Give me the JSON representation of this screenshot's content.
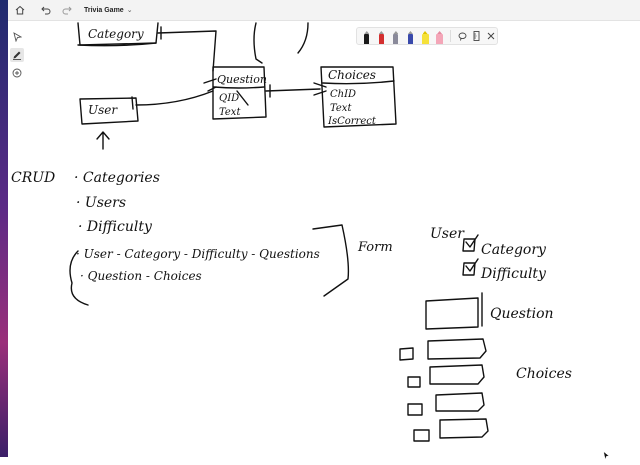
{
  "window": {
    "title": "Trivia Game",
    "icons": {
      "home": "home-icon",
      "undo": "undo-icon",
      "redo": "redo-icon",
      "dropdown": "chevron-down-icon"
    }
  },
  "left_toolbar": {
    "tools": [
      "select-icon",
      "pen-icon",
      "add-icon"
    ],
    "active": "pen-icon"
  },
  "pen_toolbar": {
    "pens": [
      {
        "name": "black-pen",
        "color": "#1a1a1a"
      },
      {
        "name": "red-pen",
        "color": "#d32f2f"
      },
      {
        "name": "gray-pen",
        "color": "#8a8a9a"
      },
      {
        "name": "blue-pen",
        "color": "#3949ab"
      },
      {
        "name": "yellow-highlighter",
        "color": "#f5e13a"
      },
      {
        "name": "pink-highlighter",
        "color": "#f4a6b8"
      }
    ],
    "tools": [
      "lasso-icon",
      "ruler-icon",
      "close-icon"
    ]
  },
  "canvas": {
    "entities": {
      "category": "Category",
      "user": "User",
      "question": "Question",
      "question_fields": [
        "QID",
        "Text"
      ],
      "choices": "Choices",
      "choices_fields": [
        "ChID",
        "Text",
        "IsCorrect"
      ]
    },
    "crud": {
      "title": "CRUD",
      "items": [
        "Categories",
        "Users",
        "Difficulty",
        "User - Category - Difficulty - Questions",
        "Question - Choices"
      ]
    },
    "form": {
      "label": "Form",
      "user_label": "User",
      "checkboxes": [
        "Category",
        "Difficulty"
      ],
      "question_label": "Question",
      "choices_label": "Choices"
    }
  }
}
